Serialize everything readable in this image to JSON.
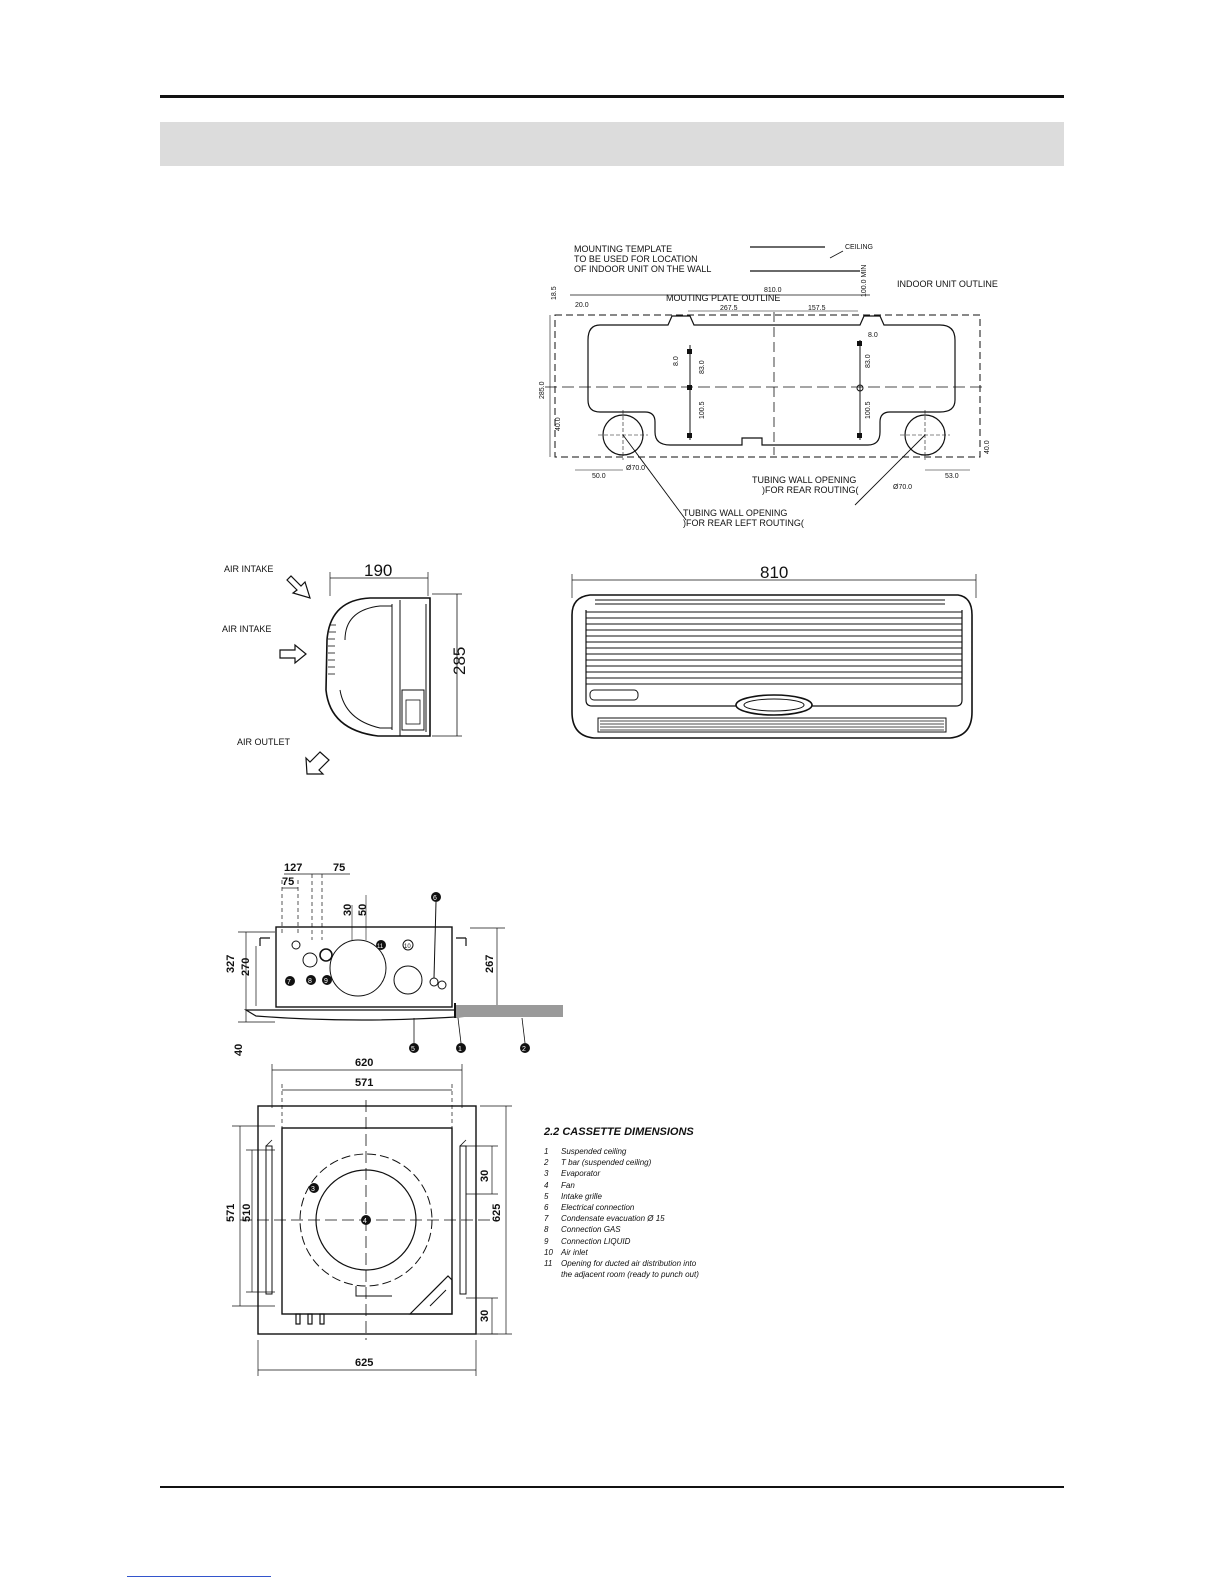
{
  "wall_template": {
    "title_lines": [
      "MOUNTING TEMPLATE",
      "TO BE USED FOR LOCATION",
      "OF INDOOR UNIT ON THE WALL"
    ],
    "ceiling": "CEILING",
    "indoor_unit_outline": "INDOOR UNIT OUTLINE",
    "mounting_plate_outline": "MOUTING PLATE OUTLINE",
    "dim_total_width": "810.0",
    "dim_top_clearance": "100.0 MIN",
    "dim_left_offset": "20.0",
    "dim_top_small": "18.5",
    "dim_half_left": "267.5",
    "dim_half_right": "157.5",
    "dim_8_left": "8.0",
    "dim_8_right": "8.0",
    "dim_83_left": "83.0",
    "dim_83_right": "83.0",
    "dim_100_left": "100.5",
    "dim_100_right": "100.5",
    "dim_height": "285.0",
    "dim_hole_left_v": "40.0",
    "dim_hole_right_v": "40.0",
    "dim_hole_left_h": "50.0",
    "dim_hole_right_h": "53.0",
    "dia_left": "Ø70.0",
    "dia_right": "Ø70.0",
    "rear_opening_lines": [
      "TUBING WALL OPENING",
      ")FOR REAR ROUTING("
    ],
    "rear_left_opening_lines": [
      "TUBING WALL OPENING",
      ")FOR REAR LEFT ROUTING("
    ]
  },
  "side_view": {
    "air_intake_top": "AIR INTAKE",
    "air_intake_mid": "AIR INTAKE",
    "air_outlet": "AIR OUTLET",
    "dim_depth": "190",
    "dim_height": "285"
  },
  "front_view": {
    "dim_width": "810"
  },
  "cassette_side": {
    "dim_127": "127",
    "dim_75a": "75",
    "dim_75b": "75",
    "dim_30": "30",
    "dim_50": "50",
    "dim_327": "327",
    "dim_270": "270",
    "dim_267": "267",
    "dim_40": "40",
    "callouts": [
      "7",
      "8",
      "9",
      "11",
      "10",
      "6",
      "5",
      "1",
      "2"
    ]
  },
  "cassette_plan": {
    "dim_620": "620",
    "dim_571_top": "571",
    "dim_571_left": "571",
    "dim_510": "510",
    "dim_625_right": "625",
    "dim_30_upper": "30",
    "dim_30_lower": "30",
    "dim_625_bottom": "625",
    "callout_3": "3",
    "callout_4": "4"
  },
  "legend": {
    "title": "2.2 CASSETTE DIMENSIONS",
    "items": [
      {
        "num": "1",
        "text": "Suspended ceiling"
      },
      {
        "num": "2",
        "text": "T bar (suspended ceiling)"
      },
      {
        "num": "3",
        "text": "Evaporator"
      },
      {
        "num": "4",
        "text": "Fan"
      },
      {
        "num": "5",
        "text": "Intake grille"
      },
      {
        "num": "6",
        "text": "Electrical connection"
      },
      {
        "num": "7",
        "text": "Condensate evacuation Ø 15"
      },
      {
        "num": "8",
        "text": "Connection GAS"
      },
      {
        "num": "9",
        "text": "Connection LIQUID"
      },
      {
        "num": "10",
        "text": "Air inlet"
      },
      {
        "num": "11",
        "text": "Opening for ducted air distribution into"
      },
      {
        "num": "",
        "text": "the adjacent room (ready to punch out)"
      }
    ]
  }
}
